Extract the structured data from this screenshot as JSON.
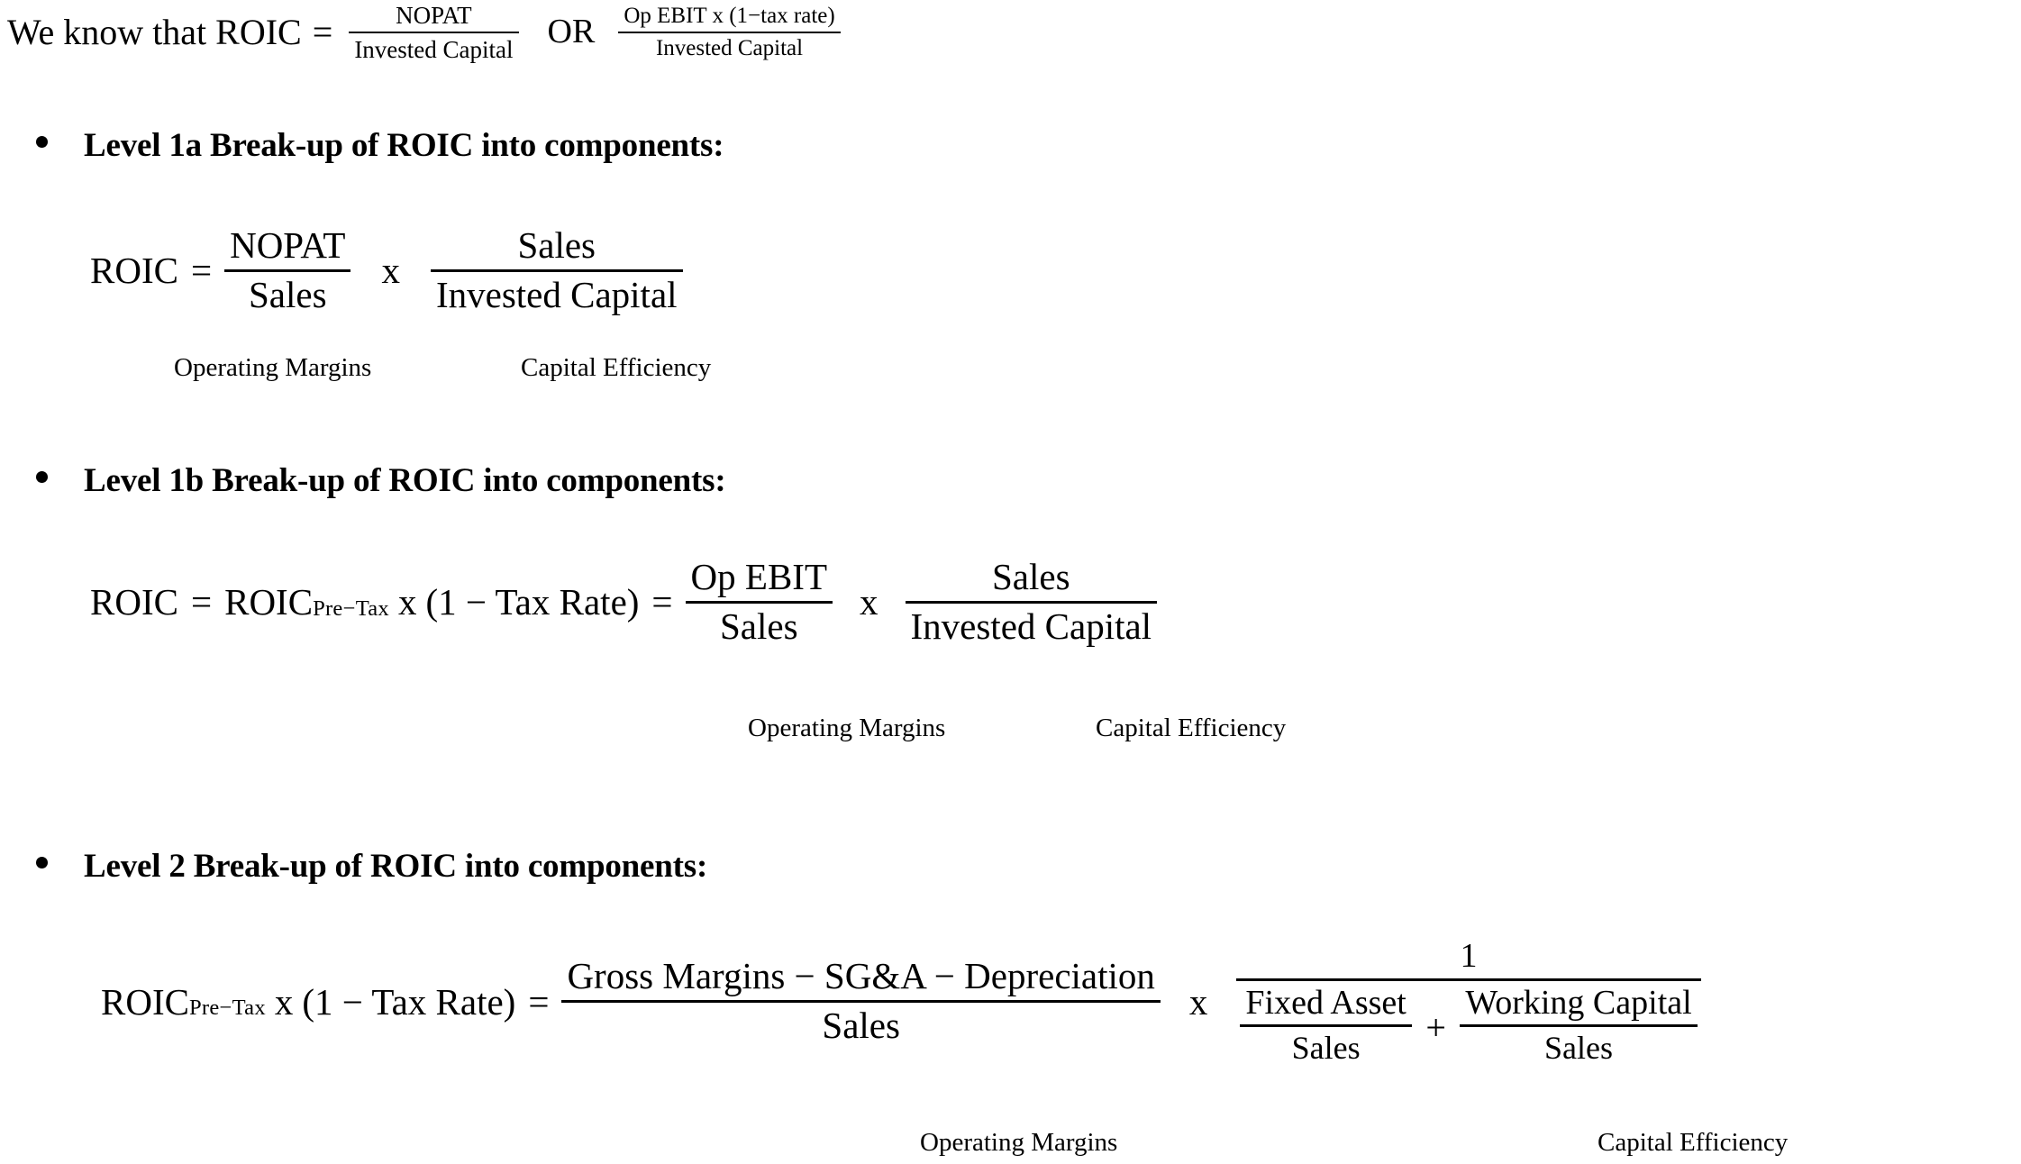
{
  "document": {
    "title": "ROIC Break-up Into Components",
    "background_color": "#ffffff",
    "text_color": "#000000"
  },
  "header": {
    "lead_text": "We know that ROIC",
    "equals": "=",
    "fraction_1": {
      "numerator": "NOPAT",
      "denominator": "Invested Capital"
    },
    "or_word": "OR",
    "fraction_2": {
      "numerator": "Op EBIT x (1−tax rate)",
      "denominator": "Invested Capital"
    }
  },
  "sections": [
    {
      "id": "level-1a",
      "bullet_label": "Level 1a Break-up of ROIC into components:",
      "formula": {
        "lhs": "ROIC",
        "equals": "=",
        "operating_margins": {
          "numerator": "NOPAT",
          "denominator": "Sales"
        },
        "times": "x",
        "capital_efficiency": {
          "numerator": "Sales",
          "denominator": "Invested Capital"
        }
      },
      "captions": {
        "operating_margins": "Operating Margins",
        "capital_efficiency": "Capital Efficiency"
      }
    },
    {
      "id": "level-1b",
      "bullet_label": "Level 1b Break-up of ROIC into components:",
      "formula": {
        "lhs": "ROIC",
        "equals_1": "=",
        "roic_pretax_base": "ROIC",
        "roic_pretax_sub": "Pre−Tax",
        "times_1": "x",
        "tax_factor": "(1  −  Tax Rate)",
        "equals_2": "=",
        "operating_margins": {
          "numerator": "Op EBIT",
          "denominator": "Sales"
        },
        "times_2": "x",
        "capital_efficiency": {
          "numerator": "Sales",
          "denominator": "Invested Capital"
        }
      },
      "captions": {
        "operating_margins": "Operating Margins",
        "capital_efficiency": "Capital Efficiency"
      }
    },
    {
      "id": "level-2",
      "bullet_label": "Level 2 Break-up of ROIC into components:",
      "formula": {
        "roic_pretax_base": "ROIC",
        "roic_pretax_sub": "Pre−Tax",
        "times_1": "x",
        "tax_factor": "(1  −  Tax Rate)",
        "equals": "=",
        "operating_margins": {
          "numerator": "Gross Margins  −  SG&A  −  Depreciation",
          "denominator": "Sales"
        },
        "times_2": "x",
        "capital_efficiency": {
          "numerator": "1",
          "denominator_left": {
            "numerator": "Fixed Asset",
            "denominator": "Sales"
          },
          "denominator_join": "+",
          "denominator_right": {
            "numerator": "Working Capital",
            "denominator": "Sales"
          }
        }
      },
      "captions": {
        "operating_margins": "Operating Margins",
        "capital_efficiency": "Capital Efficiency"
      }
    }
  ]
}
